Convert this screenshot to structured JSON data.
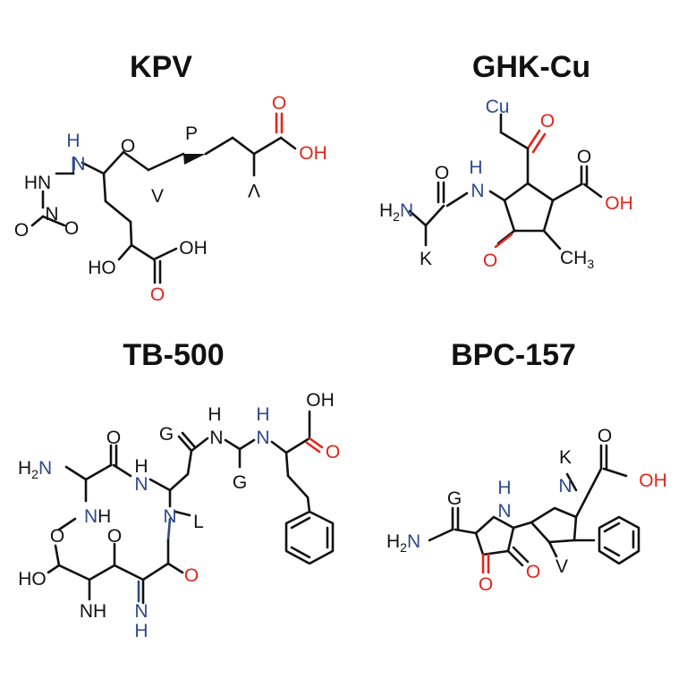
{
  "colors": {
    "carbon": "#111111",
    "nitrogen": "#2f4a8c",
    "oxygen": "#e1251b"
  },
  "kpv": {
    "title": "KPV",
    "atoms": {
      "n1": "N",
      "h1": "H",
      "hn": "HN",
      "n2": "N",
      "o1": "O",
      "o2": "O",
      "o_keto": "O",
      "p": "P",
      "v1": "V",
      "v2": "V",
      "o_acid1": "O",
      "oh1": "OH",
      "ho2": "HO",
      "oh2": "OH",
      "o_acid2": "O"
    }
  },
  "ghk": {
    "title": "GHK-Cu",
    "atoms": {
      "cu": "Cu",
      "o_keto": "O",
      "h_n": "H",
      "n_amide": "N",
      "o_amide": "O",
      "h2n": "H",
      "h2n_sub": "2",
      "h2n_n": "N",
      "k": "K",
      "o_ring": "O",
      "ch3": "CH",
      "ch3_sub": "3",
      "o_acid": "O",
      "oh": "OH"
    }
  },
  "tb500": {
    "title": "TB-500",
    "atoms": {
      "h2n": "H",
      "h2n_sub": "2",
      "h2n_n": "N",
      "o1": "O",
      "h_n1": "H",
      "n1": "N",
      "g1": "G",
      "h_n2": "H",
      "n2": "N",
      "h_n3": "H",
      "n3": "N",
      "g2": "G",
      "oh_top": "OH",
      "o_top": "O",
      "nh1_n": "N",
      "nh1_h": "H",
      "n_l": "N",
      "l": "L",
      "o_link": "O",
      "o3": "O",
      "o4": "O",
      "ho": "HO",
      "nh2": "NH",
      "n_bot": "N",
      "h_bot": "H"
    }
  },
  "bpc": {
    "title": "BPC-157",
    "atoms": {
      "g": "G",
      "h_n1": "H",
      "n1": "N",
      "k": "K",
      "n2": "N",
      "oh": "OH",
      "o_acid": "O",
      "h2n": "H",
      "h2n_sub": "2",
      "h2n_n": "N",
      "v": "V",
      "o1": "O",
      "o2": "O"
    }
  }
}
